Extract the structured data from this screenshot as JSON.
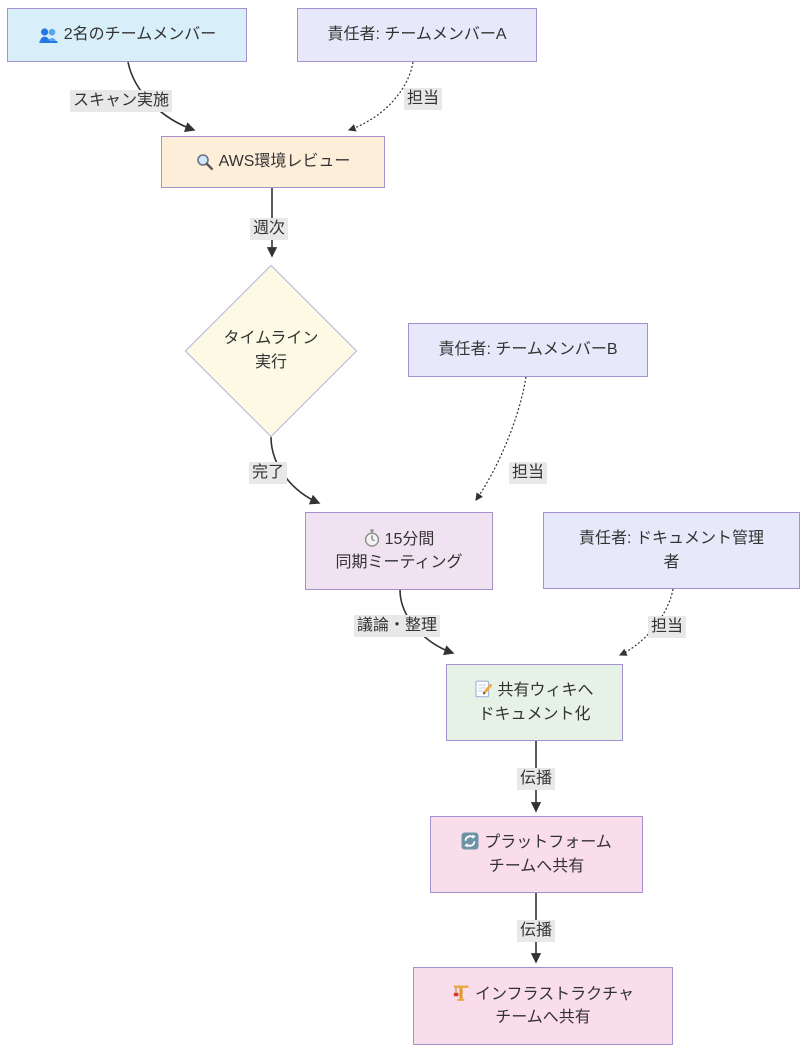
{
  "diagram": {
    "type": "flowchart",
    "nodes": {
      "team_members": {
        "icon": "busts-in-silhouette-icon",
        "label": "2名のチームメンバー"
      },
      "owner_a": {
        "label": "責任者: チームメンバーA"
      },
      "aws_review": {
        "icon": "magnifying-glass-icon",
        "label": "AWS環境レビュー"
      },
      "timeline_run": {
        "label": "タイムライン\n実行"
      },
      "owner_b": {
        "label": "責任者: チームメンバーB"
      },
      "sync_meeting": {
        "icon": "stopwatch-icon",
        "label": "15分間\n同期ミーティング"
      },
      "doc_owner": {
        "label": "責任者: ドキュメント管理\n者"
      },
      "wiki_doc": {
        "icon": "memo-icon",
        "label": "共有ウィキへ\nドキュメント化"
      },
      "platform_share": {
        "icon": "cycle-arrows-icon",
        "label": "プラットフォーム\nチームへ共有"
      },
      "infra_share": {
        "icon": "crane-icon",
        "label": "インフラストラクチャ\nチームへ共有"
      }
    },
    "edge_labels": {
      "scan": "スキャン実施",
      "assign_a": "担当",
      "weekly": "週次",
      "done": "完了",
      "assign_b": "担当",
      "discuss": "議論・整理",
      "assign_doc": "担当",
      "propagate_1": "伝播",
      "propagate_2": "伝播"
    },
    "colors": {
      "team_fill": "#d8effa",
      "owner_fill": "#e8e8fb",
      "aws_fill": "#fdeed9",
      "diamond_fill": "#fcfae5",
      "meeting_fill": "#f0e2f1",
      "wiki_fill": "#e6f2e6",
      "share_fill": "#f9ddea",
      "node_border": "#a591cf",
      "edge_stroke": "#333333",
      "edge_label_bg": "#e8e8e8",
      "text": "#333333"
    }
  }
}
